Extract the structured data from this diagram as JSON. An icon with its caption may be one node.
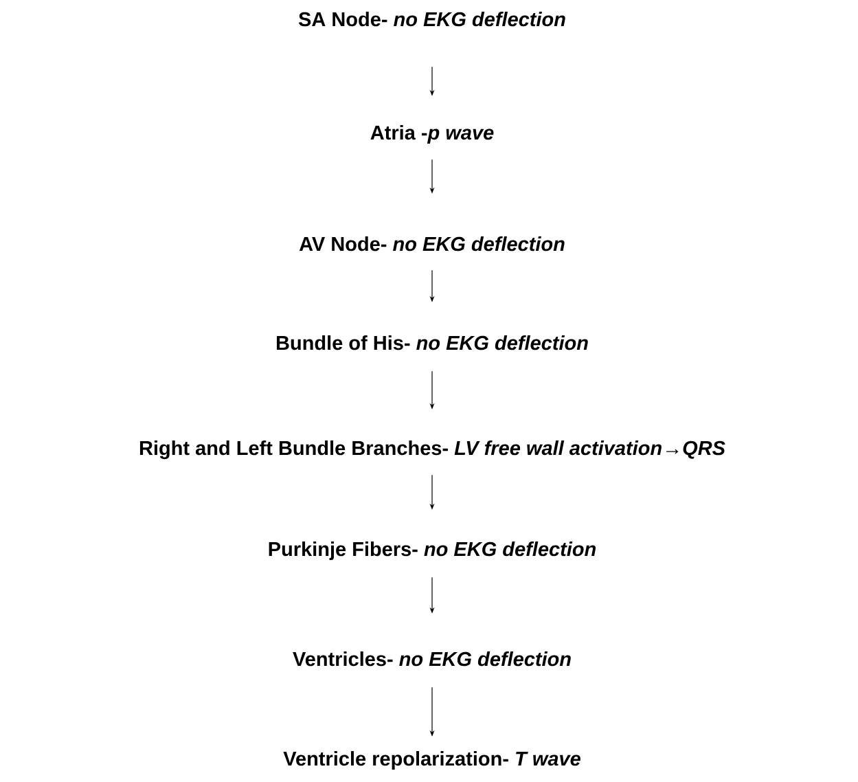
{
  "diagram": {
    "nodes": [
      {
        "text": [
          "SA Node- *no EKG deflection*"
        ]
      },
      {
        "text": [
          "Atria -*p wave*"
        ]
      },
      {
        "text": [
          "AV Node- *no EKG deflection*"
        ]
      },
      {
        "text": [
          "Bundle of His- *no EKG deflection*"
        ]
      },
      {
        "text": [
          "Right and Left Bundle Branches- *LV free wall activation*→*QRS*"
        ]
      },
      {
        "text": [
          "Purkinje Fibers- *no EKG deflection*"
        ]
      },
      {
        "text": [
          "Ventricles- *no EKG deflection*"
        ]
      },
      {
        "text": [
          "Ventricle repolarization- *T wave*"
        ]
      }
    ],
    "edges": [
      {
        "from": 0,
        "to": 1,
        "arrow": "to"
      },
      {
        "from": 1,
        "to": 2,
        "arrow": "to"
      },
      {
        "from": 2,
        "to": 3,
        "arrow": "to"
      },
      {
        "from": 3,
        "to": 4,
        "arrow": "to"
      },
      {
        "from": 4,
        "to": 5,
        "arrow": "to"
      },
      {
        "from": 5,
        "to": 6,
        "arrow": "to"
      },
      {
        "from": 6,
        "to": 7,
        "arrow": "to"
      }
    ]
  }
}
